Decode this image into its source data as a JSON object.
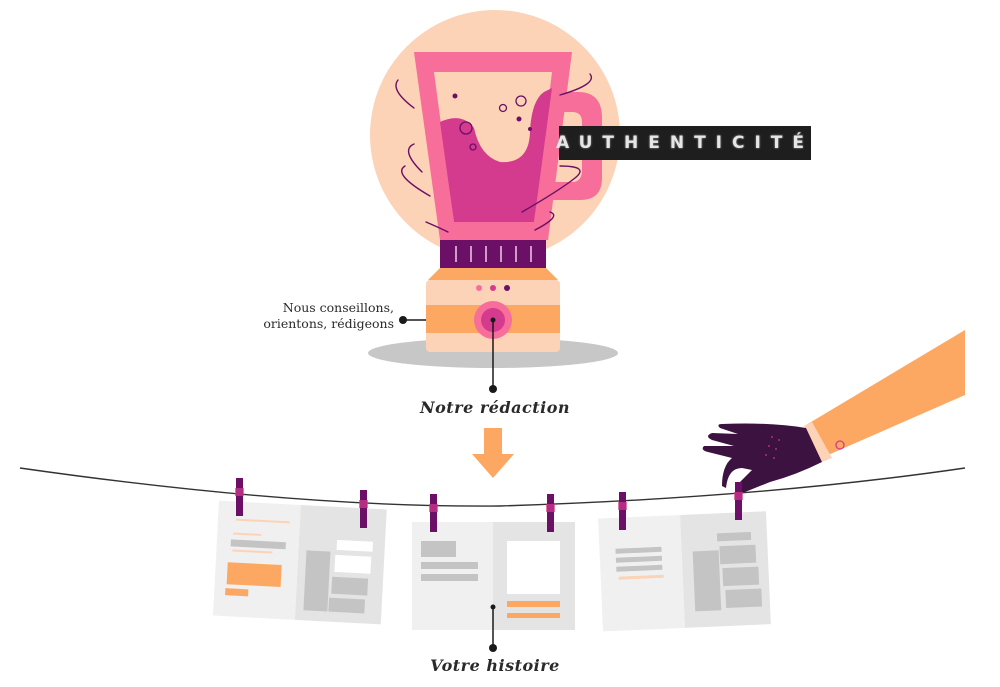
{
  "illustration": {
    "tag_text": "AUTHENTICITÉ",
    "process_label": "Nous conseillons, orientons, rédigeons",
    "process_label_line1": "Nous conseillons,",
    "process_label_line2": "orientons, rédigeons",
    "blender_label": "Notre rédaction",
    "output_label": "Votre histoire",
    "icons": [
      "blender-icon",
      "arrow-down-icon",
      "clothesline-icon",
      "hand-icon",
      "clothespin-icon",
      "document-icon"
    ]
  },
  "colors": {
    "peach": "#fcd3b6",
    "pink": "#f76e9a",
    "magenta": "#d43a8e",
    "purple": "#6b1066",
    "dark_purple": "#3c1240",
    "orange": "#fca862",
    "gray_shadow": "#c7c7c7",
    "paper_light": "#f0f0f0",
    "paper_dark": "#e4e4e4",
    "block_gray": "#c4c4c4",
    "tag_bg": "#1e1e1e"
  }
}
